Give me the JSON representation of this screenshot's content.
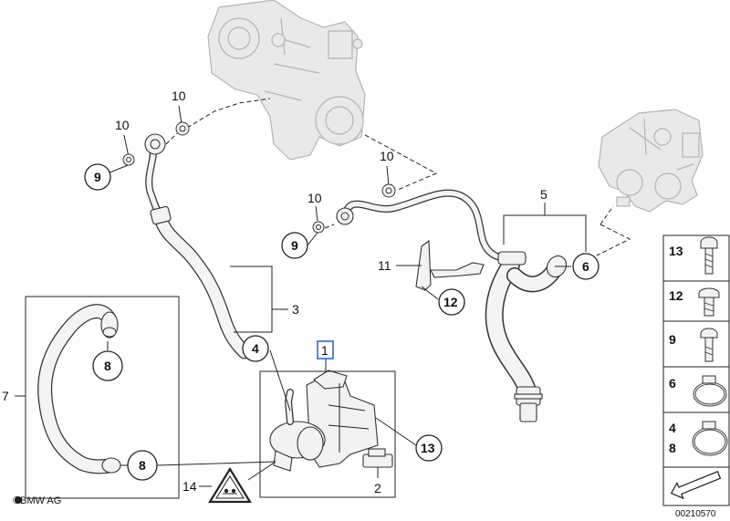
{
  "callouts": {
    "c_10a": "10",
    "c_10b": "10",
    "c_10c": "10",
    "c_10d": "10",
    "c_9a": "9",
    "c_9b": "9",
    "c_5": "5",
    "c_6": "6",
    "c_11": "11",
    "c_12": "12",
    "c_3": "3",
    "c_4": "4",
    "c_1": "1",
    "c_7": "7",
    "c_8a": "8",
    "c_8b": "8",
    "c_13": "13",
    "c_2": "2",
    "c_14": "14"
  },
  "legend": {
    "items": [
      "13",
      "12",
      "9",
      "6",
      "4",
      "8"
    ]
  },
  "footer": {
    "copyright": "©BMW AG",
    "drawing_number": "00210570"
  },
  "colors": {
    "highlight": "#1f5fd6",
    "line": "#222222",
    "ghost": "#b4b4b4"
  }
}
